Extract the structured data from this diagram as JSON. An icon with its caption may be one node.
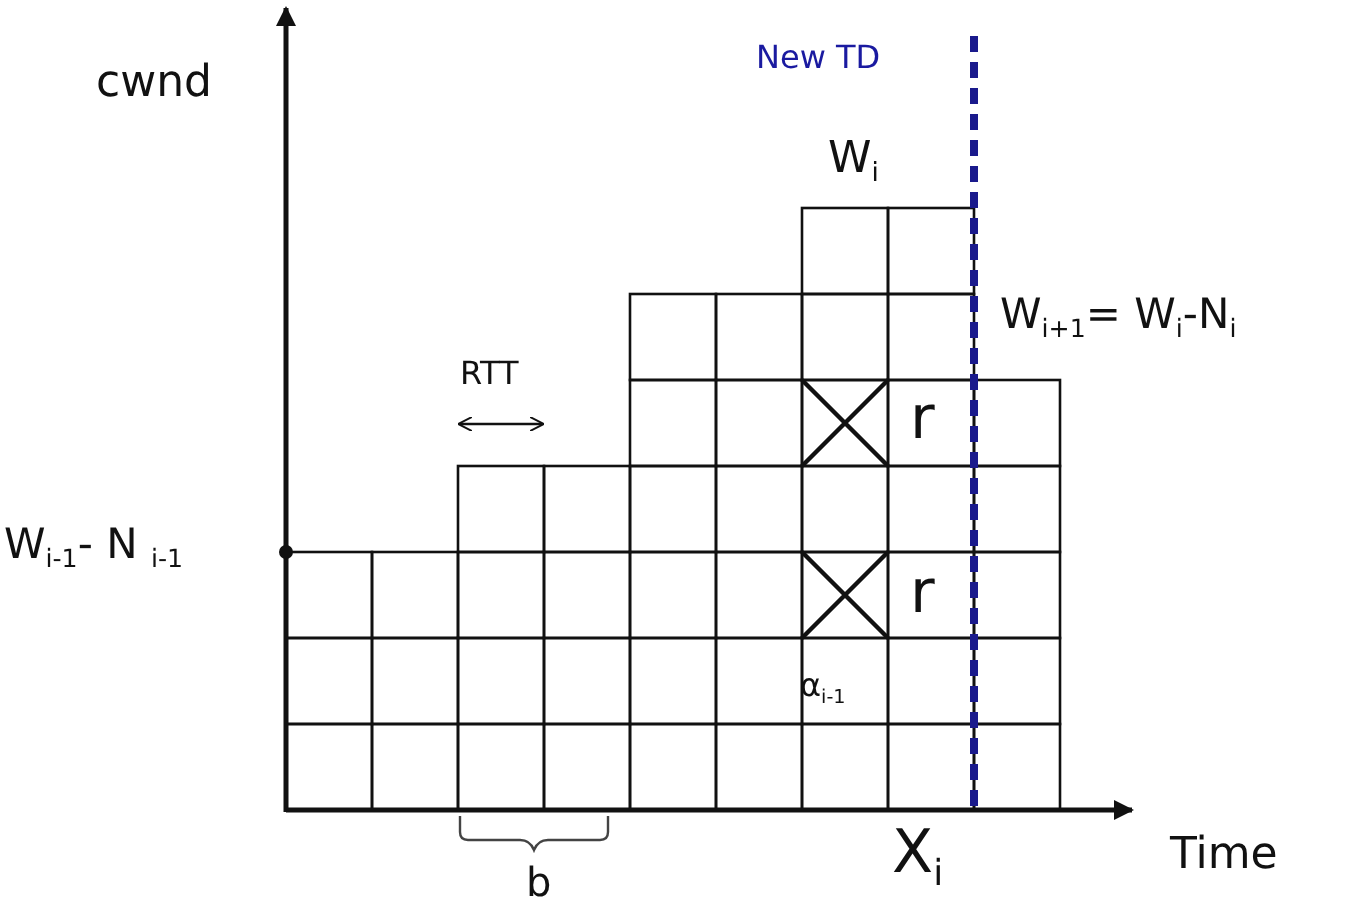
{
  "diagram": {
    "labels": [
      "cwnd",
      "New TD",
      "W$_{i}$",
      "W$_{i+1}$= W$_{i}$-N$_{i}$",
      "RTT",
      "r",
      "W$_{i-1}$- N $_{i-1}$",
      "r",
      "α$_{i-1}$",
      "X$_{i}$",
      "Time",
      "b"
    ]
  }
}
